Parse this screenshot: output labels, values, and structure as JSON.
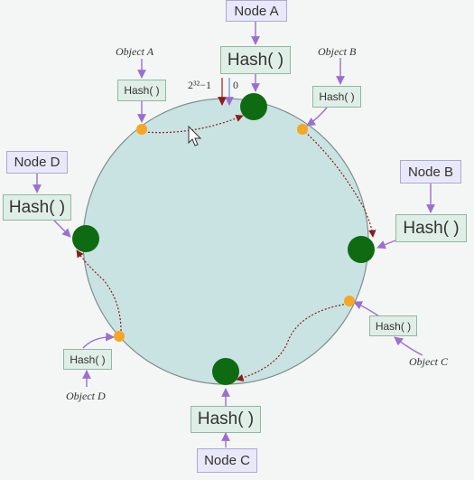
{
  "nodes": [
    {
      "id": "a",
      "label": "Node A",
      "hash": "Hash( )"
    },
    {
      "id": "b",
      "label": "Node B",
      "hash": "Hash( )"
    },
    {
      "id": "c",
      "label": "Node C",
      "hash": "Hash( )"
    },
    {
      "id": "d",
      "label": "Node D",
      "hash": "Hash( )"
    }
  ],
  "objects": [
    {
      "id": "a",
      "label": "Object A",
      "hash": "Hash( )"
    },
    {
      "id": "b",
      "label": "Object B",
      "hash": "Hash( )"
    },
    {
      "id": "c",
      "label": "Object C",
      "hash": "Hash( )"
    },
    {
      "id": "d",
      "label": "Object D",
      "hash": "Hash( )"
    }
  ],
  "ring": {
    "max_label": "2³²−1",
    "zero_label": "0"
  },
  "colors": {
    "ring_fill": "#c9e3e2",
    "ring_stroke": "#7d8e8e",
    "node_point": "#0f6b12",
    "object_point": "#f5a623",
    "arrow": "#9a6fd1",
    "mapping_arrow": "#8b1c1c"
  }
}
